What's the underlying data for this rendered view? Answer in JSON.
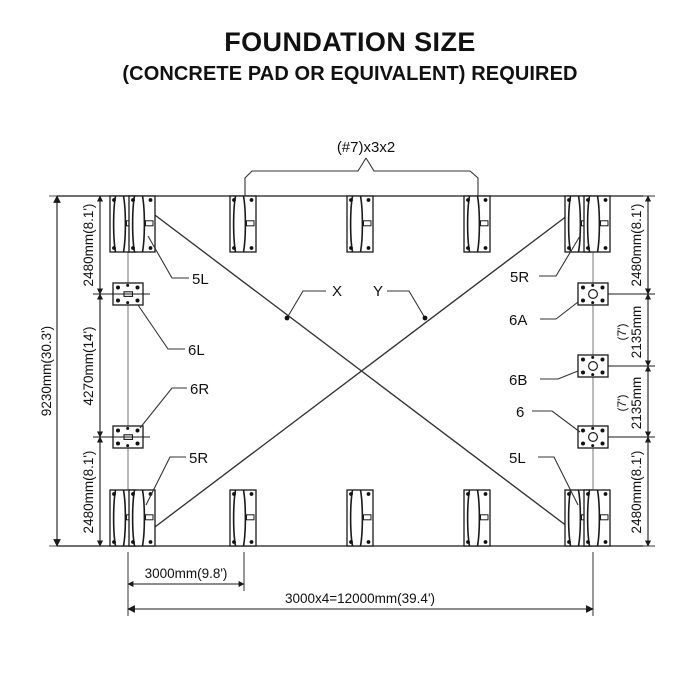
{
  "title": {
    "main": "FOUNDATION SIZE",
    "sub": "(CONCRETE PAD OR EQUIVALENT) REQUIRED"
  },
  "callouts": {
    "top_bracket_note": "(#7)x3x2",
    "brace_x": "X",
    "brace_y": "Y",
    "left": [
      {
        "label": "5L"
      },
      {
        "label": "6L"
      },
      {
        "label": "6R"
      },
      {
        "label": "5R"
      }
    ],
    "right": [
      {
        "label": "5R"
      },
      {
        "label": "6A"
      },
      {
        "label": "6B"
      },
      {
        "label": "6"
      },
      {
        "label": "5L"
      }
    ]
  },
  "dimensions": {
    "left_overall": "9230mm(30.3')",
    "left_segments": [
      "2480mm(8.1')",
      "4270mm(14')",
      "2480mm(8.1')"
    ],
    "right_segments": [
      "2480mm(8.1')",
      "2135mm",
      "(7')",
      "2135mm",
      "(7')",
      "2480mm(8.1')"
    ],
    "right_seg_1": "2480mm(8.1')",
    "right_seg_2_value": "2135mm",
    "right_seg_2_alt": "(7')",
    "right_seg_3_value": "2135mm",
    "right_seg_3_alt": "(7')",
    "right_seg_4": "2480mm(8.1')",
    "bottom_bay": "3000mm(9.8')",
    "bottom_overall": "3000x4=12000mm(39.4')"
  },
  "colors": {
    "line": "#1a1a1a",
    "thin": "#555555",
    "background": "#ffffff",
    "text": "#111111"
  }
}
